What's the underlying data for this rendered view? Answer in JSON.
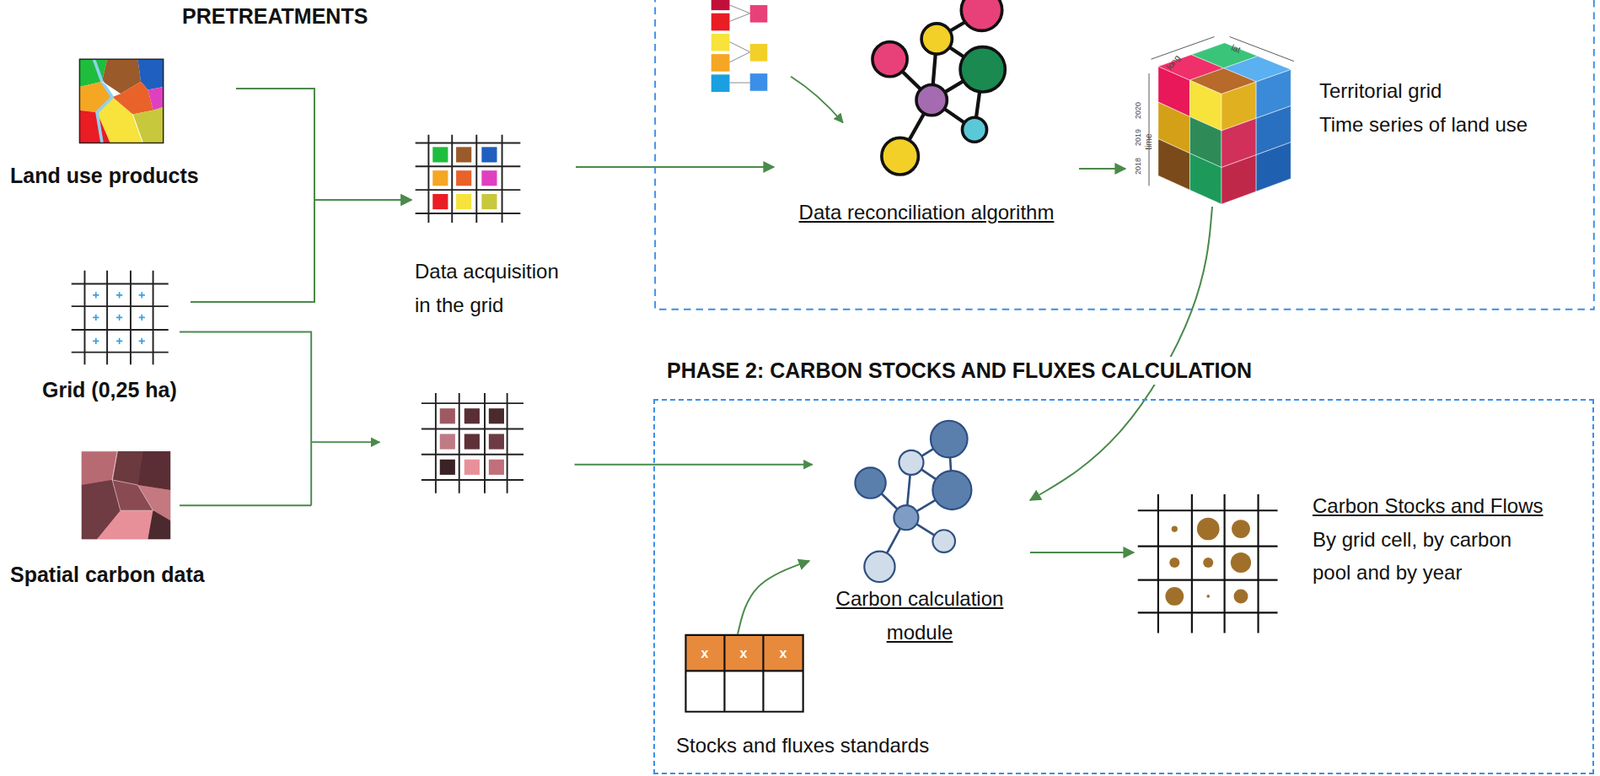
{
  "diagram": {
    "nodes": [
      {
        "text": [
          "Land use products"
        ]
      },
      {
        "text": [
          "Grid (0,25 ha)"
        ]
      },
      {
        "text": [
          "Spatial carbon data"
        ]
      },
      {
        "text": [
          "Data acquisition in the grid"
        ]
      },
      {
        "text": [
          "Data reconciliation algorithm"
        ]
      },
      {
        "text": [
          "Territorial grid",
          "Time series of land use"
        ]
      },
      {
        "text": [
          "PHASE 2: CARBON STOCKS AND FLUXES CALCULATION"
        ]
      },
      {
        "text": [
          "Carbon calculation module"
        ],
        "in": 6
      },
      {
        "text": [
          "Stocks and fluxes standards"
        ],
        "in": 6
      },
      {
        "text": [
          "Carbon Stocks and Flows",
          "By grid cell, by carbon pool and by year"
        ],
        "in": 6
      }
    ],
    "edges": [
      {
        "from": 0,
        "to": 3,
        "arrow": "to"
      },
      {
        "from": 1,
        "to": 3,
        "arrow": "to"
      },
      {
        "from": 3,
        "to": 4,
        "arrow": "to"
      },
      {
        "from": 4,
        "to": 5,
        "arrow": "to"
      },
      {
        "from": 5,
        "to": 7,
        "arrow": "to"
      },
      {
        "from": 8,
        "to": 7,
        "arrow": "to"
      },
      {
        "from": 7,
        "to": 9,
        "arrow": "to"
      }
    ],
    "labels": [
      "PRETREATMENTS",
      "long",
      "lat",
      "2020",
      "time",
      "2019",
      "2018",
      "x",
      "x",
      "x"
    ]
  }
}
